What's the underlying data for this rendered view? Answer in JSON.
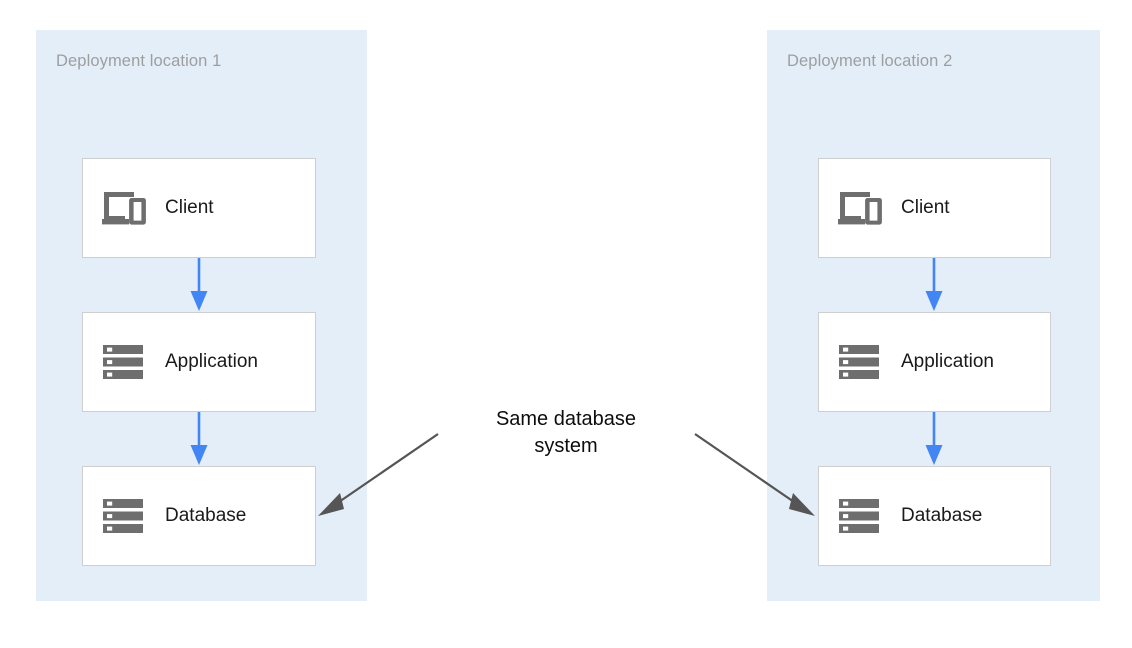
{
  "diagram": {
    "title_hidden": "",
    "colors": {
      "panel_background": "#E4EEF9",
      "panel_title_text": "#9E9E9E",
      "node_background": "#FFFFFF",
      "node_border": "#CFCFCF",
      "flow_arrow": "#4285F4",
      "annotation_arrow": "#555555",
      "icon": "#6E6E6E",
      "label_text": "#1A1A1A",
      "page_background": "#FFFFFF"
    },
    "panels": [
      {
        "id": "deployment-location-1",
        "title": "Deployment location 1",
        "nodes": [
          {
            "id": "client-1",
            "label": "Client",
            "icon": "devices-icon"
          },
          {
            "id": "application-1",
            "label": "Application",
            "icon": "server-icon"
          },
          {
            "id": "database-1",
            "label": "Database",
            "icon": "server-icon"
          }
        ],
        "flows": [
          {
            "from": "client-1",
            "to": "application-1",
            "style": "solid-arrow",
            "color": "#4285F4"
          },
          {
            "from": "application-1",
            "to": "database-1",
            "style": "solid-arrow",
            "color": "#4285F4"
          }
        ]
      },
      {
        "id": "deployment-location-2",
        "title": "Deployment location 2",
        "nodes": [
          {
            "id": "client-2",
            "label": "Client",
            "icon": "devices-icon"
          },
          {
            "id": "application-2",
            "label": "Application",
            "icon": "server-icon"
          },
          {
            "id": "database-2",
            "label": "Database",
            "icon": "server-icon"
          }
        ],
        "flows": [
          {
            "from": "client-2",
            "to": "application-2",
            "style": "solid-arrow",
            "color": "#4285F4"
          },
          {
            "from": "application-2",
            "to": "database-2",
            "style": "solid-arrow",
            "color": "#4285F4"
          }
        ]
      }
    ],
    "annotation": {
      "text_line_1": "Same database",
      "text_line_2": "system",
      "points_to": [
        "database-1",
        "database-2"
      ],
      "arrow_color": "#555555"
    }
  }
}
